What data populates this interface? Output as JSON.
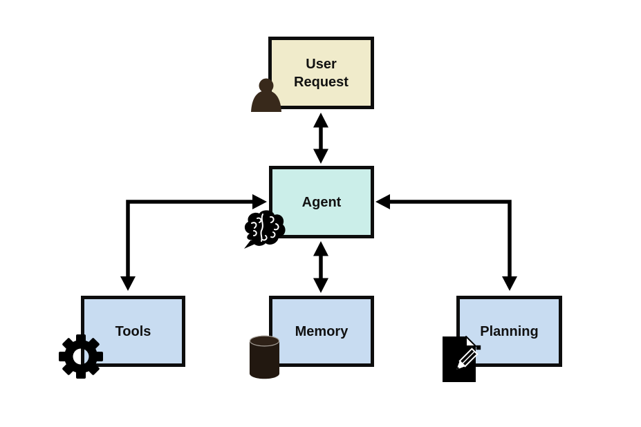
{
  "diagram": {
    "background": "#ffffff",
    "box_border_color": "#0d0d0d",
    "arrow_color": "#000000",
    "nodes": [
      {
        "id": "user-request",
        "label": "User\nRequest",
        "fill": "#f0ebcb",
        "icon": "person-icon",
        "icon_color": "#38291b"
      },
      {
        "id": "agent",
        "label": "Agent",
        "fill": "#cbeee9",
        "icon": "brain-icon",
        "icon_color": "#000000"
      },
      {
        "id": "tools",
        "label": "Tools",
        "fill": "#c8dcf1",
        "icon": "gear-icon",
        "icon_color": "#000000"
      },
      {
        "id": "memory",
        "label": "Memory",
        "fill": "#c8dcf1",
        "icon": "database-icon",
        "icon_color": "#221810"
      },
      {
        "id": "planning",
        "label": "Planning",
        "fill": "#c8dcf1",
        "icon": "document-pencil-icon",
        "icon_color": "#000000"
      }
    ],
    "edges": [
      {
        "from": "user-request",
        "to": "agent",
        "shape": "straight",
        "direction": "bidirectional"
      },
      {
        "from": "agent",
        "to": "memory",
        "shape": "straight",
        "direction": "bidirectional"
      },
      {
        "from": "tools",
        "to": "agent",
        "shape": "elbow",
        "direction": "bidirectional"
      },
      {
        "from": "planning",
        "to": "agent",
        "shape": "elbow",
        "direction": "bidirectional"
      }
    ]
  }
}
